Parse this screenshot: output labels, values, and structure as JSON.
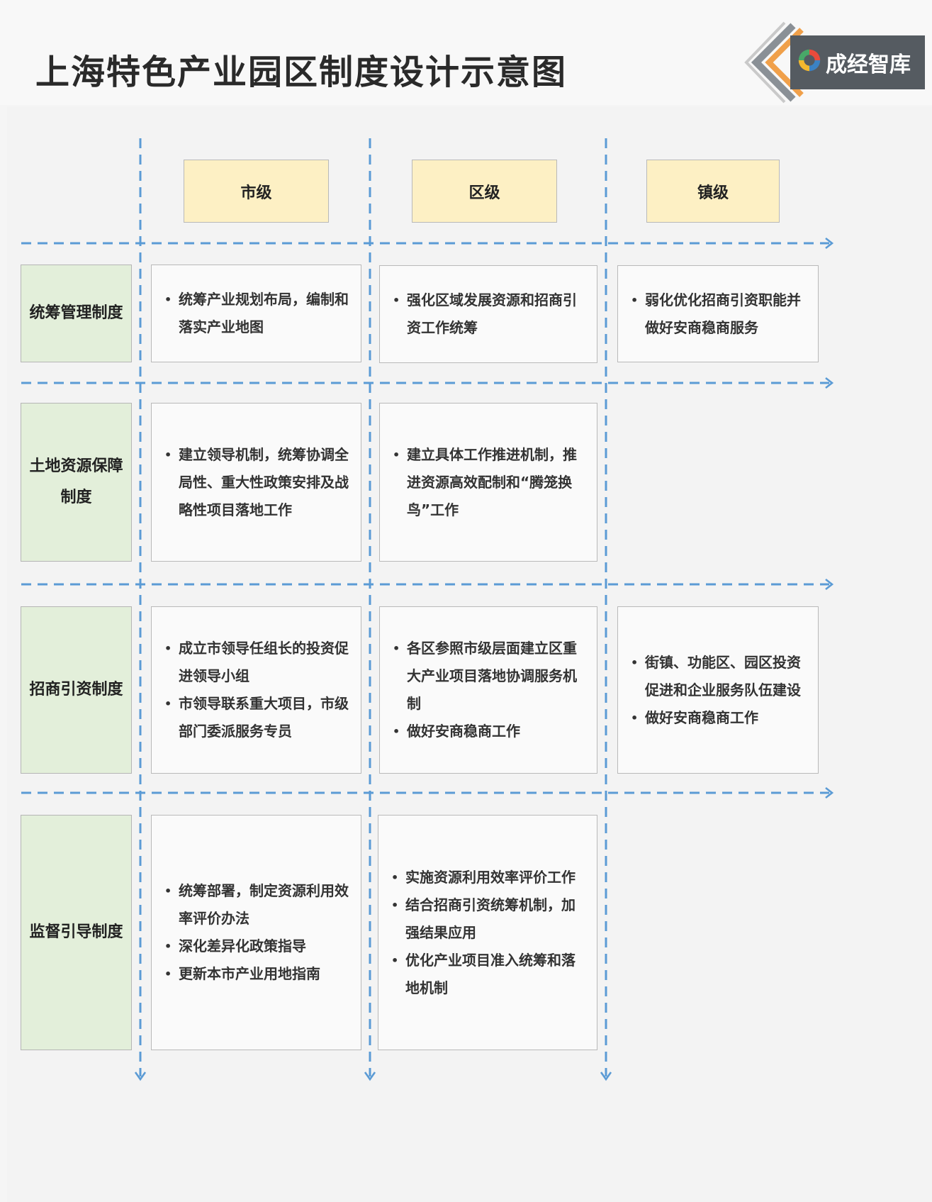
{
  "title": "上海特色产业园区制度设计示意图",
  "logo": {
    "text": "成经智库",
    "icon": "swirl-logo-icon"
  },
  "levels": [
    "市级",
    "区级",
    "镇级"
  ],
  "rows": [
    {
      "label": "统筹管理制度",
      "cells": [
        [
          "统筹产业规划布局，编制和落实产业地图"
        ],
        [
          "强化区域发展资源和招商引资工作统筹"
        ],
        [
          "弱化优化招商引资职能并做好安商稳商服务"
        ]
      ]
    },
    {
      "label": "土地资源保障制度",
      "cells": [
        [
          "建立领导机制，统筹协调全局性、重大性政策安排及战略性项目落地工作"
        ],
        [
          "建立具体工作推进机制，推进资源高效配制和“腾笼换鸟”工作"
        ],
        []
      ]
    },
    {
      "label": "招商引资制度",
      "cells": [
        [
          "成立市领导任组长的投资促进领导小组",
          "市领导联系重大项目，市级部门委派服务专员"
        ],
        [
          "各区参照市级层面建立区重大产业项目落地协调服务机制",
          "做好安商稳商工作"
        ],
        [
          "街镇、功能区、园区投资促进和企业服务队伍建设",
          "做好安商稳商工作"
        ]
      ]
    },
    {
      "label": "监督引导制度",
      "cells": [
        [
          "统筹部署，制定资源利用效率评价办法",
          "深化差异化政策指导",
          "更新本市产业用地指南"
        ],
        [
          "实施资源利用效率评价工作",
          "结合招商引资统筹机制，加强结果应用",
          "优化产业项目准入统筹和落地机制"
        ],
        []
      ]
    }
  ],
  "colors": {
    "dash": "#5b9bd5",
    "level_fill": "#fdf0c4",
    "label_fill": "#e3efda"
  }
}
